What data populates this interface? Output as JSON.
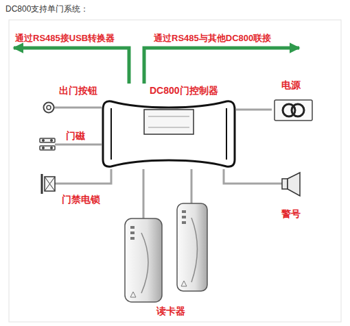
{
  "diagram": {
    "title": "DC800支持单门系统：",
    "nodes": [
      {
        "text": [
          "DC800门控制器"
        ]
      },
      {
        "text": [
          "通过RS485接USB转换器"
        ]
      },
      {
        "text": [
          "通过RS485与其他DC800联接"
        ]
      },
      {
        "text": [
          "出门按钮"
        ]
      },
      {
        "text": [
          "门磁"
        ]
      },
      {
        "text": [
          "门禁电锁"
        ]
      },
      {
        "text": [
          "电源"
        ]
      },
      {
        "text": [
          "警号"
        ]
      },
      {
        "text": [
          "读卡器"
        ]
      }
    ],
    "edges": [
      {
        "from": 0,
        "to": 1,
        "arrow": "to"
      },
      {
        "from": 0,
        "to": 2,
        "arrow": "to"
      },
      {
        "from": 0,
        "to": 3,
        "arrow": "none"
      },
      {
        "from": 0,
        "to": 4,
        "arrow": "none"
      },
      {
        "from": 0,
        "to": 5,
        "arrow": "none"
      },
      {
        "from": 0,
        "to": 6,
        "arrow": "none"
      },
      {
        "from": 0,
        "to": 7,
        "arrow": "none"
      },
      {
        "from": 0,
        "to": 8,
        "arrow": "none"
      },
      {
        "from": 0,
        "to": 8,
        "arrow": "none"
      }
    ]
  }
}
